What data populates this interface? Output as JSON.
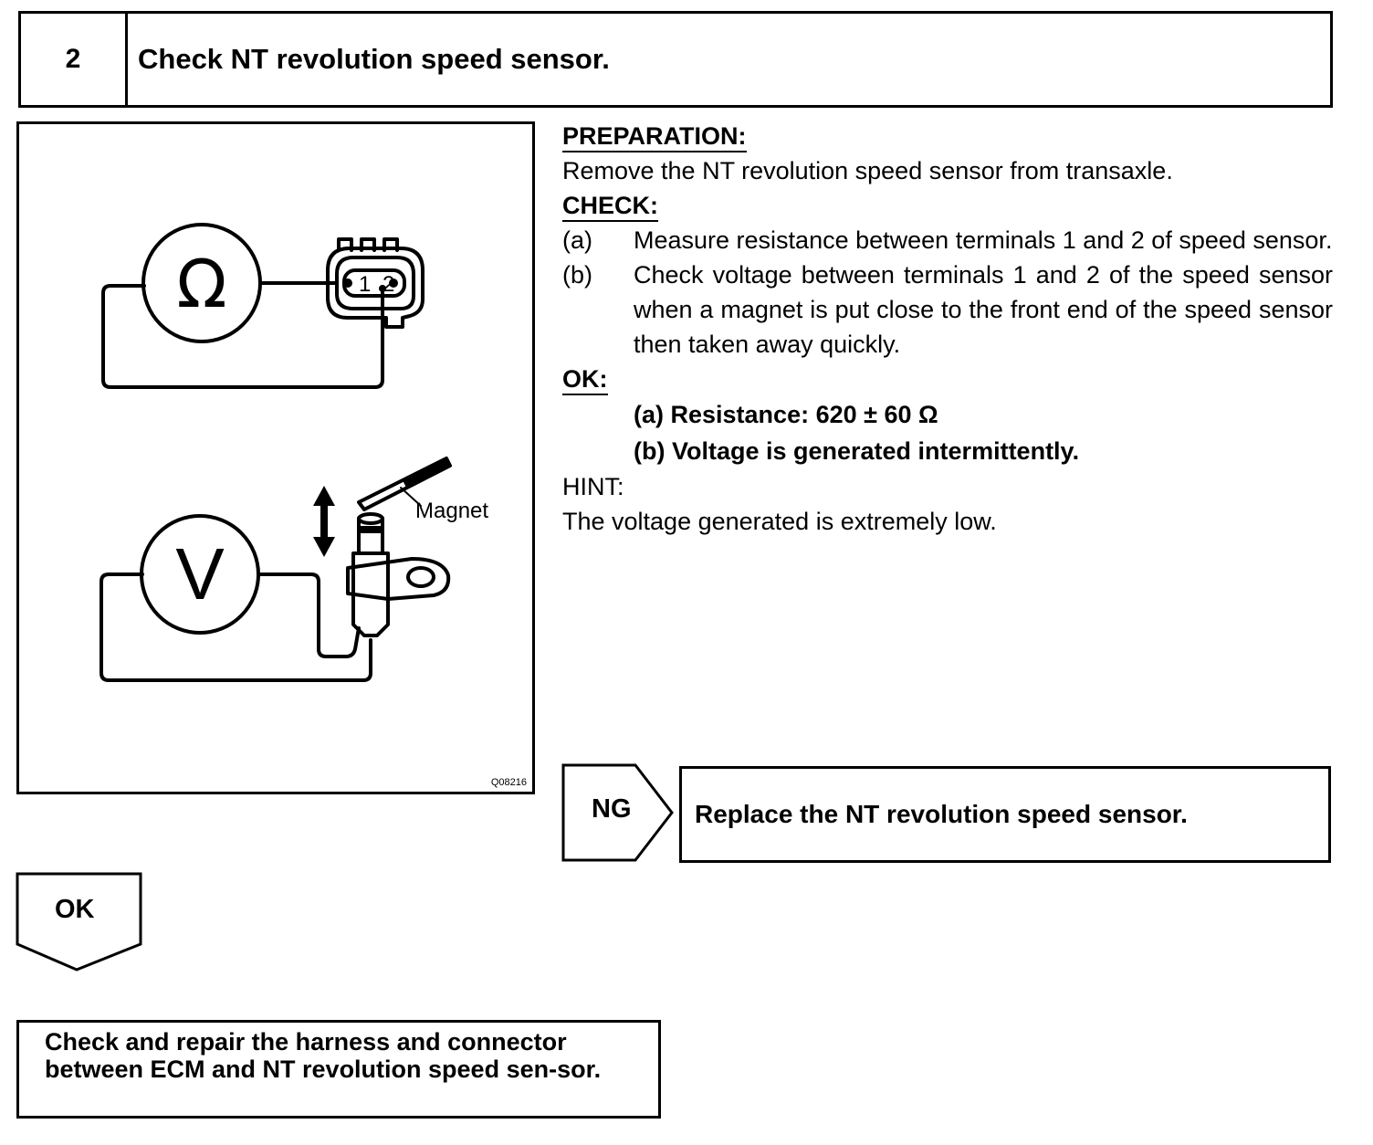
{
  "header": {
    "step_number": "2",
    "title": "Check NT revolution speed sensor."
  },
  "figure": {
    "ohm_symbol": "Ω",
    "volt_symbol": "V",
    "terminal_1": "1",
    "terminal_2": "2",
    "magnet_label": "Magnet",
    "figure_id": "Q08216"
  },
  "text": {
    "preparation_heading": "PREPARATION:",
    "preparation_body": "Remove the NT revolution speed sensor from transaxle.",
    "check_heading": "CHECK:",
    "check_items": [
      {
        "label": "(a)",
        "text": "Measure resistance between terminals 1 and 2 of speed sensor."
      },
      {
        "label": "(b)",
        "text": "Check voltage between terminals 1 and 2 of the speed sensor when a magnet is put close to the front end of the speed sensor then taken away quickly."
      }
    ],
    "ok_heading": "OK:",
    "ok_items": [
      "(a) Resistance: 620 ± 60 Ω",
      "(b) Voltage is generated intermittently."
    ],
    "hint_heading": "HINT:",
    "hint_body": "The voltage generated is extremely low."
  },
  "results": {
    "ng_label": "NG",
    "ng_action": "Replace the NT revolution speed sensor.",
    "ok_label": "OK",
    "ok_action": "Check and repair the harness and connector between ECM and NT revolution speed sen-sor."
  }
}
